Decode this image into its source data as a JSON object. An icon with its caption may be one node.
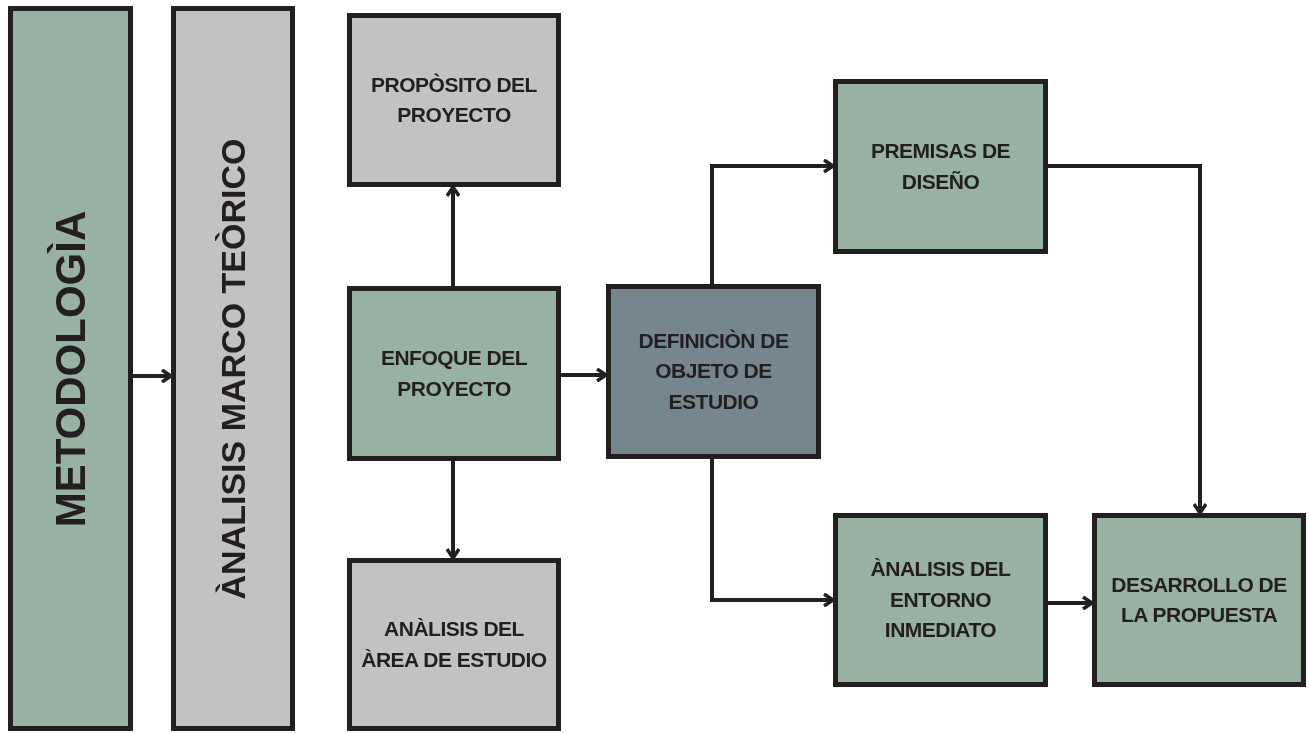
{
  "diagram": {
    "nodes": [
      {
        "text": [
          "METODOLOGÌA"
        ]
      },
      {
        "text": [
          "ÀNALISIS MARCO TEÒRICO"
        ]
      },
      {
        "text": [
          "PROPÒSITO DEL PROYECTO"
        ]
      },
      {
        "text": [
          "ENFOQUE DEL PROYECTO"
        ]
      },
      {
        "text": [
          "ANÀLISIS DEL ÀREA DE ESTUDIO"
        ]
      },
      {
        "text": [
          "DEFINICIÒN DE OBJETO DE ESTUDIO"
        ]
      },
      {
        "text": [
          "PREMISAS DE DISEÑO"
        ]
      },
      {
        "text": [
          "ÀNALISIS DEL ENTORNO INMEDIATO"
        ]
      },
      {
        "text": [
          "DESARROLLO DE LA PROPUESTA"
        ]
      }
    ],
    "edges": [
      {
        "from": 0,
        "to": 1,
        "arrow": "to"
      },
      {
        "from": 3,
        "to": 2,
        "arrow": "to"
      },
      {
        "from": 3,
        "to": 4,
        "arrow": "to"
      },
      {
        "from": 3,
        "to": 5,
        "arrow": "to"
      },
      {
        "from": 5,
        "to": 6,
        "arrow": "to"
      },
      {
        "from": 5,
        "to": 7,
        "arrow": "to"
      },
      {
        "from": 6,
        "to": 8,
        "arrow": "to"
      },
      {
        "from": 7,
        "to": 8,
        "arrow": "to"
      }
    ]
  }
}
